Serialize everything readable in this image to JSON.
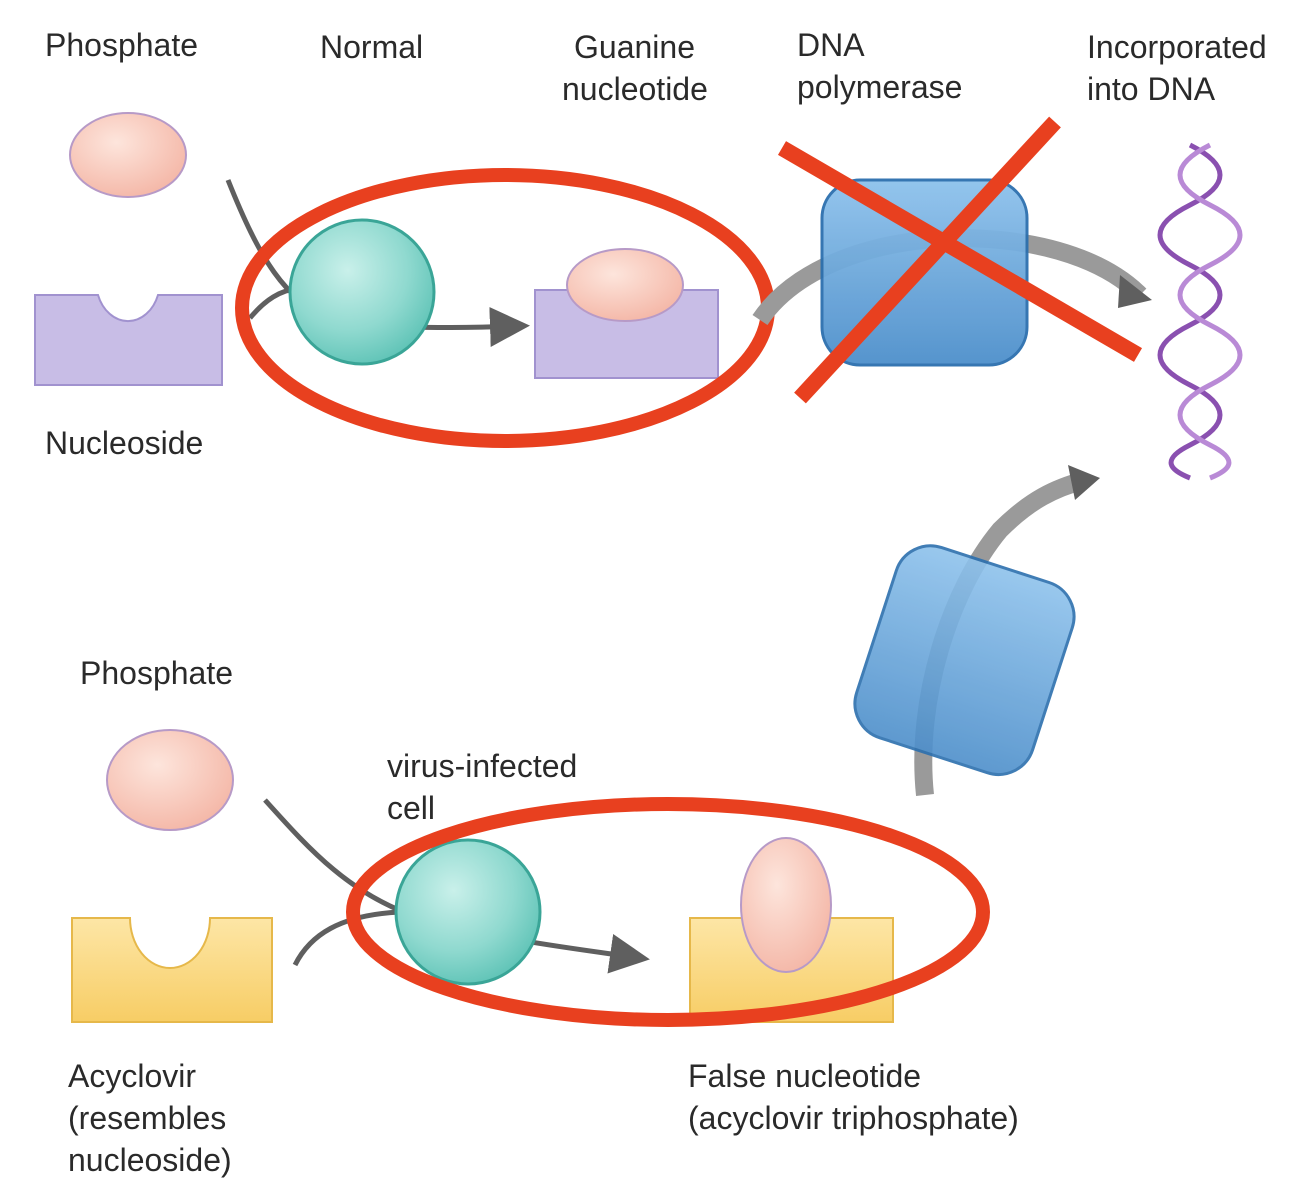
{
  "labels": {
    "phosphate_top": "Phosphate",
    "normal": "Normal",
    "guanine_nucleotide": "Guanine\nnucleotide",
    "dna_polymerase": "DNA\npolymerase",
    "incorporated": "Incorporated\ninto DNA",
    "nucleoside": "Nucleoside",
    "phosphate_bottom": "Phosphate",
    "virus_infected_cell": "virus-infected\ncell",
    "acyclovir": "Acyclovir\n(resembles\nnucleoside)",
    "false_nucleotide": "False nucleotide\n(acyclovir triphosphate)"
  },
  "colors": {
    "phosphate_fill": "#f7c3b3",
    "nucleoside_fill": "#c8bde6",
    "acyclovir_fill": "#fad67c",
    "kinase_fill": "#7dd3c7",
    "polymerase_fill": "#6aa6d8",
    "highlight_red": "#e8401f",
    "arrow_gray": "#5f5f5f",
    "dna_purple": "#8a50b0"
  }
}
